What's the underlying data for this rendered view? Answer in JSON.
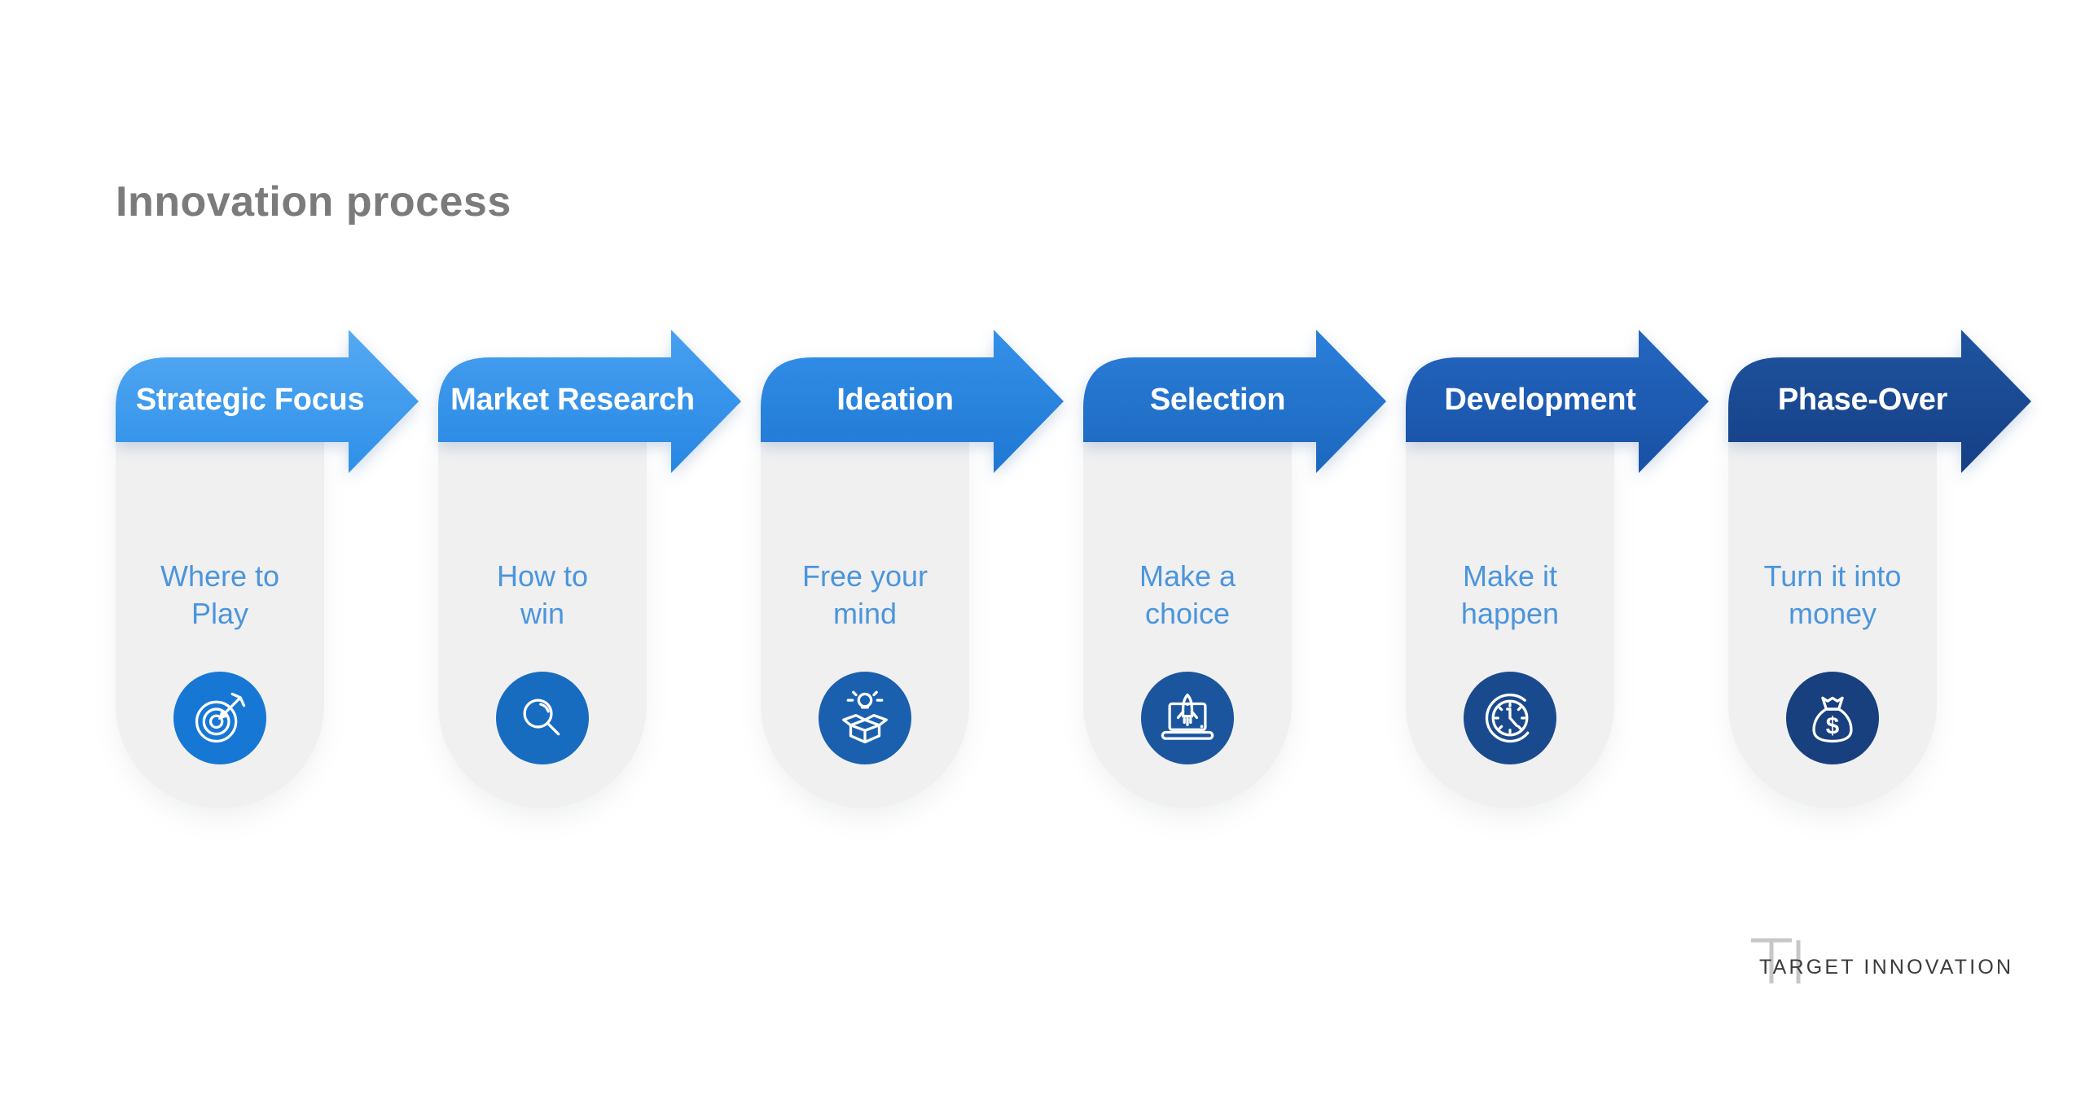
{
  "title": {
    "text": "Innovation process",
    "color": "#7b7b7b"
  },
  "subtitle_color": "#4c95dc",
  "stages": [
    {
      "label": "Strategic Focus",
      "subtitle_line1": "Where to",
      "subtitle_line2": "Play",
      "icon": "target-dart-icon",
      "colors": {
        "arrow_from": "#55a9f2",
        "arrow_to": "#2e90e9",
        "circle": "#1677d4"
      }
    },
    {
      "label": "Market Research",
      "subtitle_line1": "How to",
      "subtitle_line2": "win",
      "icon": "magnifier-icon",
      "colors": {
        "arrow_from": "#47a0f0",
        "arrow_to": "#2787e3",
        "circle": "#176cc0"
      }
    },
    {
      "label": "Ideation",
      "subtitle_line1": "Free your",
      "subtitle_line2": "mind",
      "icon": "idea-box-icon",
      "colors": {
        "arrow_from": "#3390e9",
        "arrow_to": "#1f78d3",
        "circle": "#1b60ae"
      }
    },
    {
      "label": "Selection",
      "subtitle_line1": "Make a",
      "subtitle_line2": "choice",
      "icon": "rocket-laptop-icon",
      "colors": {
        "arrow_from": "#2b7fd9",
        "arrow_to": "#1c67bf",
        "circle": "#1b559e"
      }
    },
    {
      "label": "Development",
      "subtitle_line1": "Make it",
      "subtitle_line2": "happen",
      "icon": "clock-icon",
      "colors": {
        "arrow_from": "#2466c0",
        "arrow_to": "#1851a5",
        "circle": "#1a4a8e"
      }
    },
    {
      "label": "Phase-Over",
      "subtitle_line1": "Turn it into",
      "subtitle_line2": "money",
      "icon": "money-bag-icon",
      "colors": {
        "arrow_from": "#1f549f",
        "arrow_to": "#153f86",
        "circle": "#183f7e"
      }
    }
  ],
  "logo": {
    "monogram": "TI",
    "text": "TARGET INNOVATION"
  }
}
